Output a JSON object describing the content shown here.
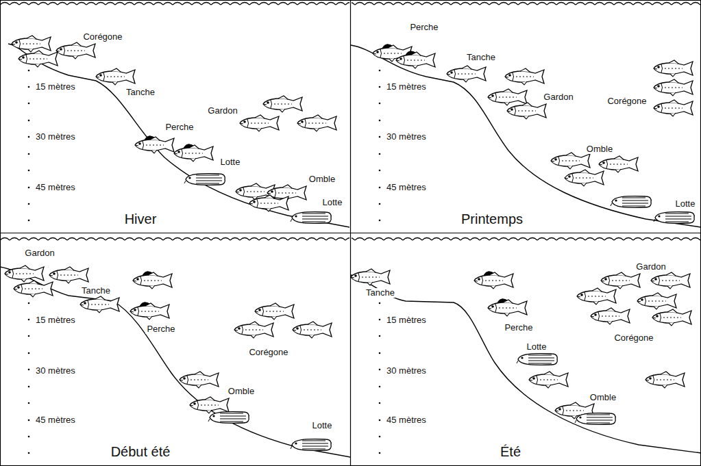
{
  "diagram": {
    "labels": [
      "Corégone",
      "15 mètres",
      "Tanche",
      "Gardon",
      "30 mètres",
      "Perche",
      "Lotte",
      "45 mètres",
      "Omble",
      "Lotte",
      "Hiver",
      "Perche",
      "Tanche",
      "15 mètres",
      "Gardon",
      "Corégone",
      "30 mètres",
      "Omble",
      "45 mètres",
      "Lotte",
      "Printemps",
      "Gardon",
      "Tanche",
      "15 mètres",
      "Perche",
      "Corégone",
      "30 mètres",
      "Omble",
      "45 mètres",
      "Lotte",
      "Début été",
      "Tanche",
      "Gardon",
      "15 mètres",
      "Perche",
      "Corégone",
      "Lotte",
      "30 mètres",
      "Omble",
      "45 mètres",
      "Été"
    ]
  }
}
